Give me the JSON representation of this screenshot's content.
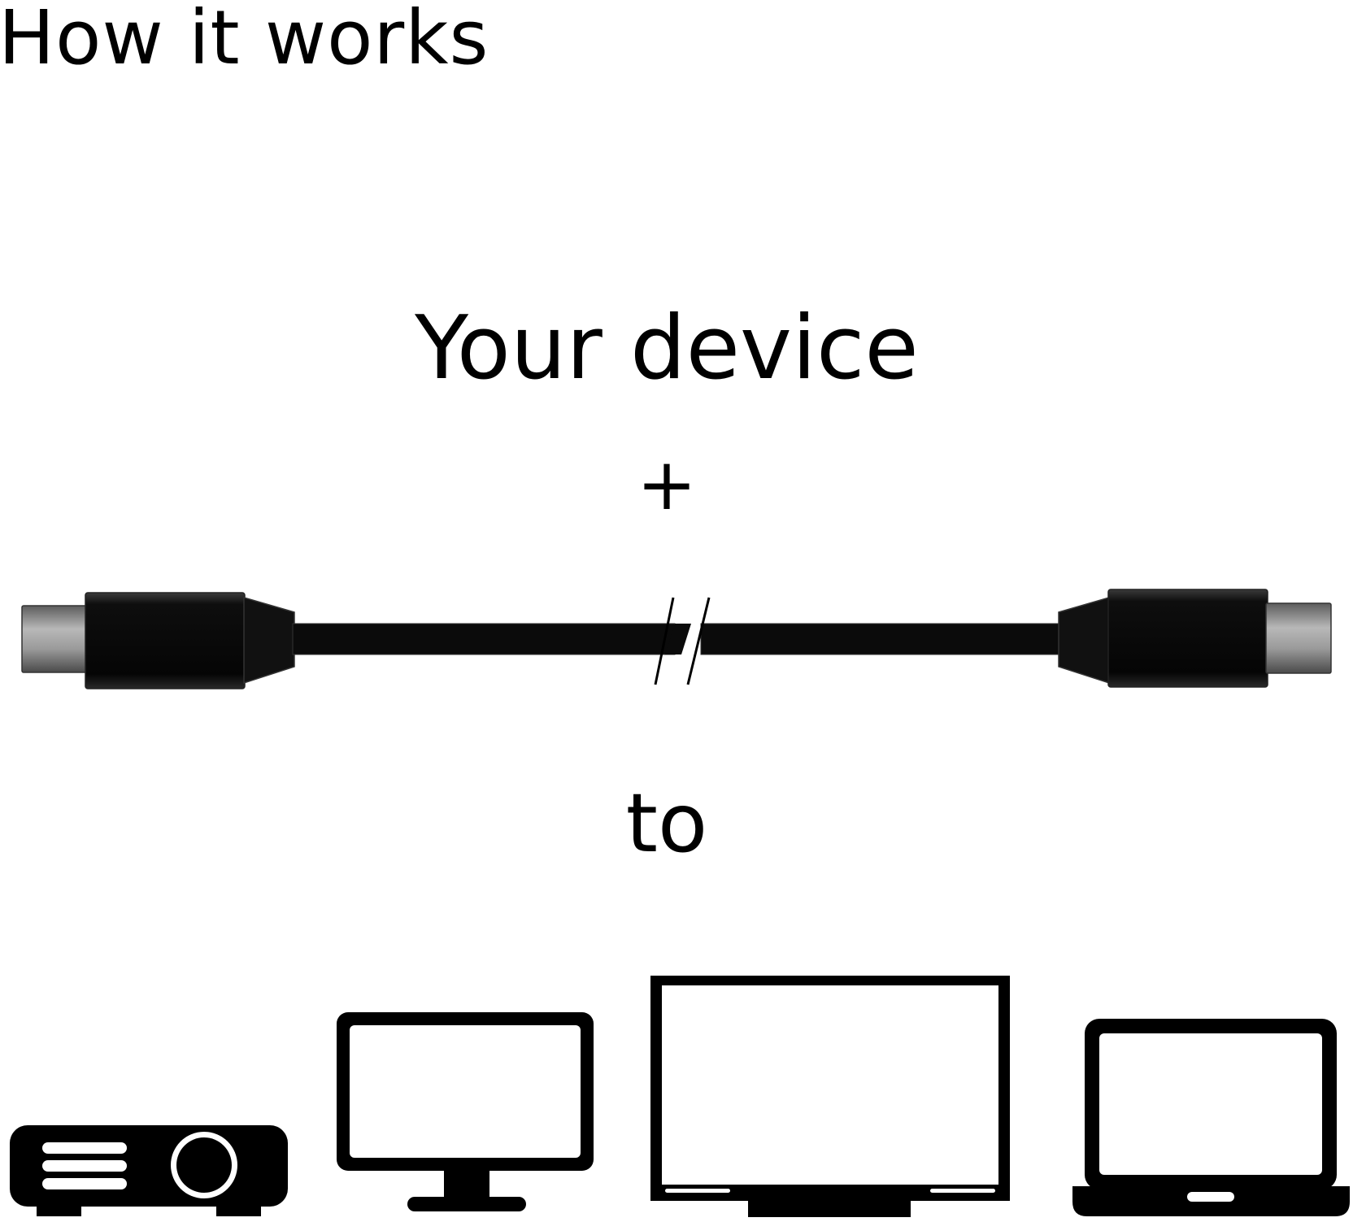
{
  "heading": "How it works",
  "device_label": "Your device",
  "plus_label": "+",
  "to_label": "to",
  "illustration": {
    "cable": {
      "icon": "usb-c-cable-icon",
      "description_visible": false
    },
    "devices": [
      {
        "icon": "projector-icon"
      },
      {
        "icon": "monitor-icon"
      },
      {
        "icon": "tv-icon"
      },
      {
        "icon": "laptop-icon"
      }
    ]
  },
  "colors": {
    "background": "#ffffff",
    "ink": "#000000",
    "connector_metal": "#8a8a8a",
    "connector_dark": "#161616"
  }
}
